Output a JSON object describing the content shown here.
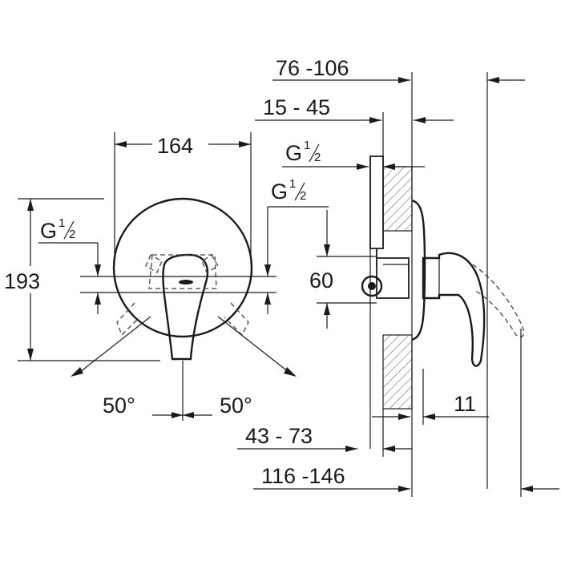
{
  "front_view": {
    "width_label": "164",
    "height_label": "193",
    "thread_left": {
      "base": "G",
      "num": "1",
      "den": "2"
    },
    "thread_right": {
      "base": "G",
      "num": "1",
      "den": "2"
    },
    "angle_left": "50°",
    "angle_right": "50°"
  },
  "side_view": {
    "depth_total_label": "76 -106",
    "depth_body_label": "15 - 45",
    "thread_top": {
      "base": "G",
      "num": "1",
      "den": "2"
    },
    "spacing_label": "60",
    "offset_label": "11",
    "depth_lower_label": "43 - 73",
    "depth_overall_label": "116 -146"
  }
}
